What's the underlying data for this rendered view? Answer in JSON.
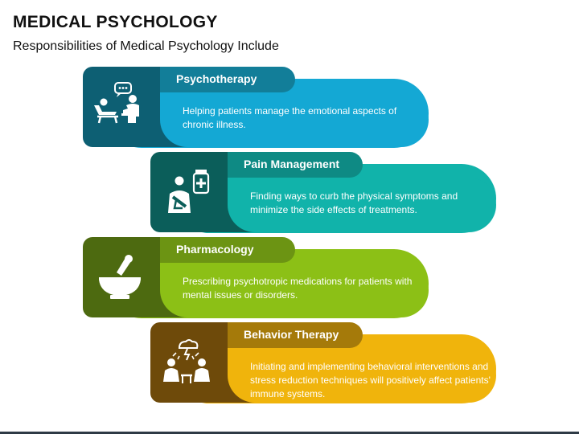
{
  "title": "MEDICAL PSYCHOLOGY",
  "subtitle": "Responsibilities of Medical Psychology Include",
  "cards": [
    {
      "heading": "Psychotherapy",
      "description": "Helping patients manage the emotional aspects of chronic illness.",
      "icon": "therapy-session-icon",
      "colors": {
        "dark": "#0d5f73",
        "tab": "#127e99",
        "light": "#14a8d4"
      }
    },
    {
      "heading": "Pain Management",
      "description": "Finding ways to curb the physical symptoms and minimize the side effects of treatments.",
      "icon": "injured-patient-icon",
      "colors": {
        "dark": "#0b5e5a",
        "tab": "#0e8a84",
        "light": "#11b3aa"
      }
    },
    {
      "heading": "Pharmacology",
      "description": "Prescribing psychotropic medications for patients with mental issues or disorders.",
      "icon": "mortar-pestle-icon",
      "colors": {
        "dark": "#4d6a10",
        "tab": "#6c9413",
        "light": "#8cc016"
      }
    },
    {
      "heading": "Behavior Therapy",
      "description": "Initiating and implementing behavioral interventions and stress reduction techniques will positively affect patients' immune systems.",
      "icon": "stress-conversation-icon",
      "colors": {
        "dark": "#6e4a0a",
        "tab": "#a57a0a",
        "light": "#f0b40c"
      }
    }
  ]
}
